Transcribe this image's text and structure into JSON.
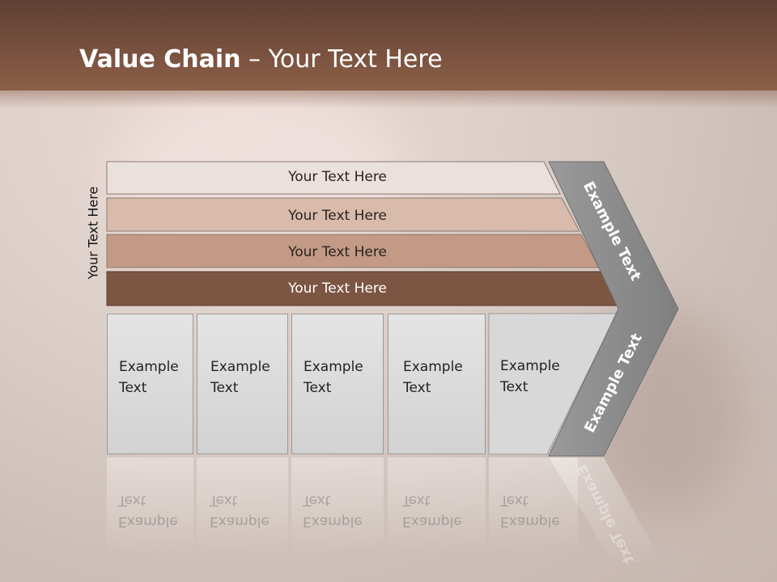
{
  "title": {
    "bold": "Value Chain",
    "rest": " – Your Text Here"
  },
  "side_label": "Your Text Here",
  "rows": [
    {
      "label": "Your Text Here",
      "color": "#ebe1dc"
    },
    {
      "label": "Your Text Here",
      "color": "#d8bbab"
    },
    {
      "label": "Your Text Here",
      "color": "#c29a85"
    },
    {
      "label": "Your Text Here",
      "color": "#7d5543"
    }
  ],
  "boxes": [
    {
      "line1": "Example",
      "line2": "Text"
    },
    {
      "line1": "Example",
      "line2": "Text"
    },
    {
      "line1": "Example",
      "line2": "Text"
    },
    {
      "line1": "Example",
      "line2": "Text"
    },
    {
      "line1": "Example",
      "line2": "Text"
    }
  ],
  "arrow": {
    "upper_label": "Example Text",
    "lower_label": "Example Text",
    "color": "#8a8a8a"
  }
}
